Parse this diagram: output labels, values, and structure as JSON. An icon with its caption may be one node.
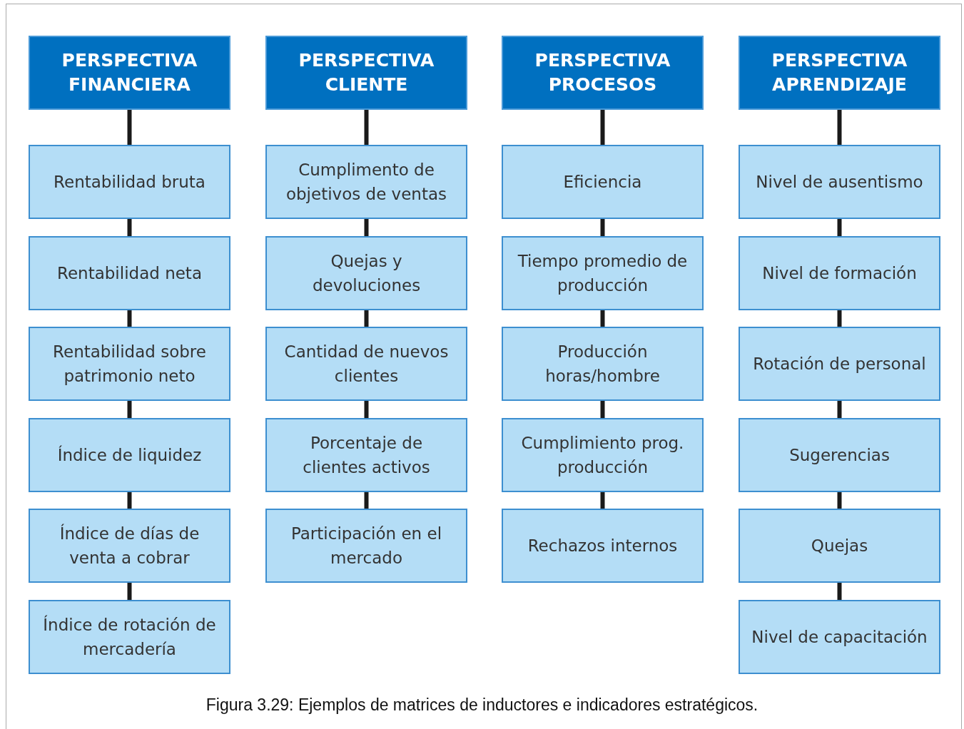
{
  "diagram": {
    "caption": "Figura 3.29: Ejemplos de matrices de inductores e indicadores estratégicos.",
    "nodes": [
      {
        "text": [
          "PERSPECTIVA FINANCIERA"
        ]
      },
      {
        "text": [
          "Rentabilidad bruta"
        ]
      },
      {
        "text": [
          "Rentabilidad neta"
        ]
      },
      {
        "text": [
          "Rentabilidad sobre patrimonio neto"
        ]
      },
      {
        "text": [
          "Índice de liquidez"
        ]
      },
      {
        "text": [
          "Índice de días de venta a cobrar"
        ]
      },
      {
        "text": [
          "Índice de rotación de mercadería"
        ]
      },
      {
        "text": [
          "PERSPECTIVA CLIENTE"
        ]
      },
      {
        "text": [
          "Cumplimento de objetivos de ventas"
        ]
      },
      {
        "text": [
          "Quejas y devoluciones"
        ]
      },
      {
        "text": [
          "Cantidad de nuevos clientes"
        ]
      },
      {
        "text": [
          "Porcentaje de clientes activos"
        ]
      },
      {
        "text": [
          "Participación en el mercado"
        ]
      },
      {
        "text": [
          "PERSPECTIVA PROCESOS"
        ]
      },
      {
        "text": [
          "Eficiencia"
        ]
      },
      {
        "text": [
          "Tiempo promedio de producción"
        ]
      },
      {
        "text": [
          "Producción horas/hombre"
        ]
      },
      {
        "text": [
          "Cumplimiento prog. producción"
        ]
      },
      {
        "text": [
          "Rechazos internos"
        ]
      },
      {
        "text": [
          "PERSPECTIVA APRENDIZAJE"
        ]
      },
      {
        "text": [
          "Nivel de ausentismo"
        ]
      },
      {
        "text": [
          "Nivel de formación"
        ]
      },
      {
        "text": [
          "Rotación de personal"
        ]
      },
      {
        "text": [
          "Sugerencias"
        ]
      },
      {
        "text": [
          "Quejas"
        ]
      },
      {
        "text": [
          "Nivel de capacitación"
        ]
      }
    ],
    "edges": [
      {
        "from": 0,
        "to": 1,
        "arrow": "none"
      },
      {
        "from": 1,
        "to": 2,
        "arrow": "none"
      },
      {
        "from": 2,
        "to": 3,
        "arrow": "none"
      },
      {
        "from": 3,
        "to": 4,
        "arrow": "none"
      },
      {
        "from": 4,
        "to": 5,
        "arrow": "none"
      },
      {
        "from": 5,
        "to": 6,
        "arrow": "none"
      },
      {
        "from": 7,
        "to": 8,
        "arrow": "none"
      },
      {
        "from": 8,
        "to": 9,
        "arrow": "none"
      },
      {
        "from": 9,
        "to": 10,
        "arrow": "none"
      },
      {
        "from": 10,
        "to": 11,
        "arrow": "none"
      },
      {
        "from": 11,
        "to": 12,
        "arrow": "none"
      },
      {
        "from": 13,
        "to": 14,
        "arrow": "none"
      },
      {
        "from": 14,
        "to": 15,
        "arrow": "none"
      },
      {
        "from": 15,
        "to": 16,
        "arrow": "none"
      },
      {
        "from": 16,
        "to": 17,
        "arrow": "none"
      },
      {
        "from": 17,
        "to": 18,
        "arrow": "none"
      },
      {
        "from": 19,
        "to": 20,
        "arrow": "none"
      },
      {
        "from": 20,
        "to": 21,
        "arrow": "none"
      },
      {
        "from": 21,
        "to": 22,
        "arrow": "none"
      },
      {
        "from": 22,
        "to": 23,
        "arrow": "none"
      },
      {
        "from": 23,
        "to": 24,
        "arrow": "none"
      },
      {
        "from": 24,
        "to": 25,
        "arrow": "none"
      }
    ]
  }
}
